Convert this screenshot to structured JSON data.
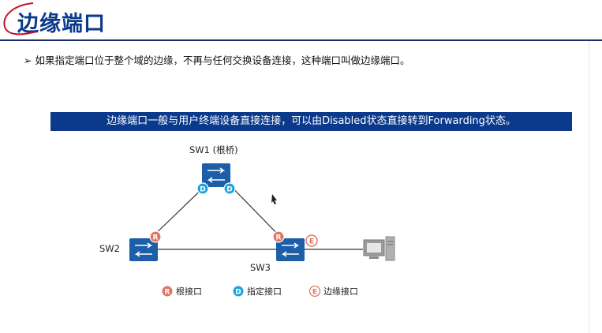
{
  "slide": {
    "title": "边缘端口",
    "bullet": "如果指定端口位于整个域的边缘，不再与任何交换设备连接，这种端口叫做边缘端口。",
    "banner": "边缘端口一般与用户终端设备直接连接，可以由Disabled状态直接转到Forwarding状态。"
  },
  "diagram": {
    "nodes": {
      "sw1": "SW1 (根桥)",
      "sw2": "SW2",
      "sw3": "SW3"
    },
    "badges": {
      "root": "R",
      "designated": "D",
      "edge": "E"
    },
    "legend": {
      "root": "根接口",
      "designated": "指定接口",
      "edge": "边缘接口"
    },
    "colors": {
      "switch": "#1c5ea8",
      "root_badge": "#e07560",
      "designated_badge": "#1aa3e0",
      "edge_badge": "#e07560",
      "banner": "#0b3a8c",
      "title": "#0b3a8c"
    }
  }
}
